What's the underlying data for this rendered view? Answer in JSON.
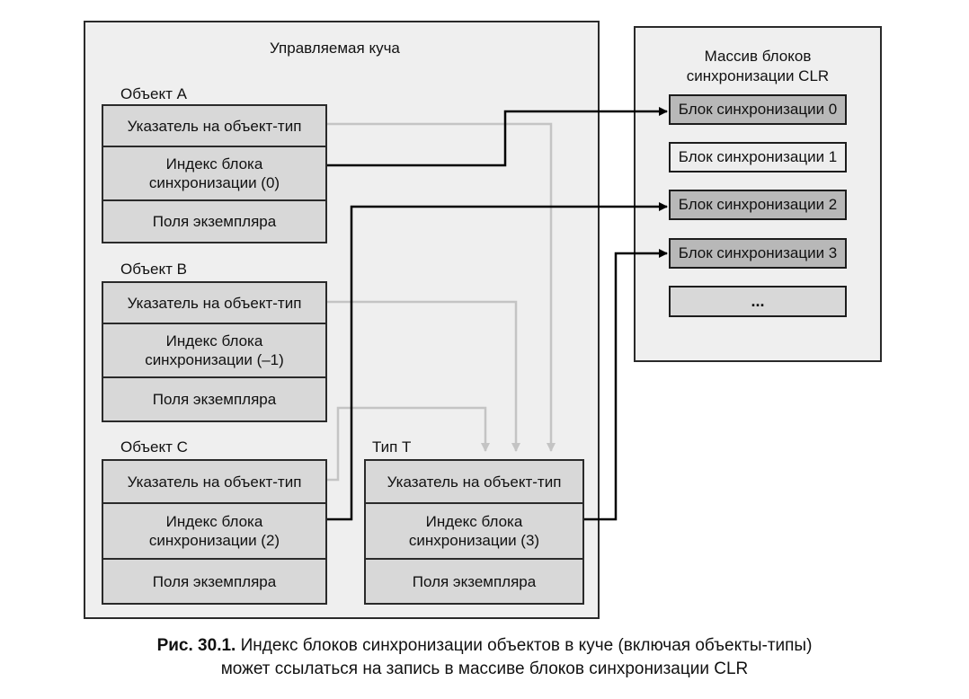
{
  "heap": {
    "title": "Управляемая куча",
    "objects": [
      {
        "name": "Объект A",
        "ptr": "Указатель на объект-тип",
        "index_line1": "Индекс блока",
        "index_line2": "синхронизации (0)",
        "fields": "Поля экземпляра"
      },
      {
        "name": "Объект B",
        "ptr": "Указатель на объект-тип",
        "index_line1": "Индекс блока",
        "index_line2": "синхронизации (–1)",
        "fields": "Поля экземпляра"
      },
      {
        "name": "Объект C",
        "ptr": "Указатель на объект-тип",
        "index_line1": "Индекс блока",
        "index_line2": "синхронизации (2)",
        "fields": "Поля экземпляра"
      },
      {
        "name": "Тип T",
        "ptr": "Указатель на объект-тип",
        "index_line1": "Индекс блока",
        "index_line2": "синхронизации (3)",
        "fields": "Поля экземпляра"
      }
    ]
  },
  "sync_array": {
    "title_line1": "Массив блоков",
    "title_line2": "синхронизации CLR",
    "blocks": [
      "Блок синхронизации 0",
      "Блок синхронизации 1",
      "Блок синхронизации 2",
      "Блок синхронизации 3",
      "..."
    ]
  },
  "caption": {
    "label": "Рис. 30.1.",
    "line1": "Индекс блоков синхронизации объектов в куче (включая объекты-типы)",
    "line2": "может ссылаться на запись в массиве блоков синхронизации CLR"
  },
  "colors": {
    "block_ref": "#b8b8b8",
    "block_free": "#ededed",
    "sync_arrow": "#000000",
    "type_arrow": "#c4c4c4"
  }
}
